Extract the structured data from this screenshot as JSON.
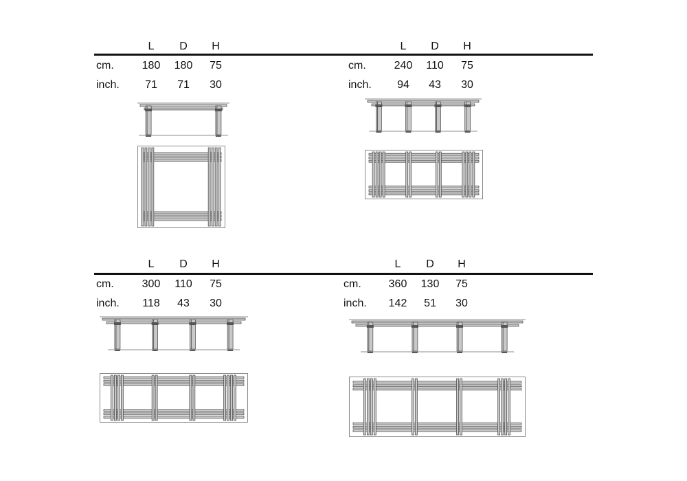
{
  "header": {
    "L": "L",
    "D": "D",
    "H": "H"
  },
  "units": {
    "cm": "cm.",
    "inch": "inch."
  },
  "tables": [
    {
      "cm": {
        "L": "180",
        "D": "180",
        "H": "75"
      },
      "inch": {
        "L": "71",
        "D": "71",
        "H": "30"
      }
    },
    {
      "cm": {
        "L": "240",
        "D": "110",
        "H": "75"
      },
      "inch": {
        "L": "94",
        "D": "43",
        "H": "30"
      }
    },
    {
      "cm": {
        "L": "300",
        "D": "110",
        "H": "75"
      },
      "inch": {
        "L": "118",
        "D": "43",
        "H": "30"
      }
    },
    {
      "cm": {
        "L": "360",
        "D": "130",
        "H": "75"
      },
      "inch": {
        "L": "142",
        "D": "51",
        "H": "30"
      }
    }
  ]
}
